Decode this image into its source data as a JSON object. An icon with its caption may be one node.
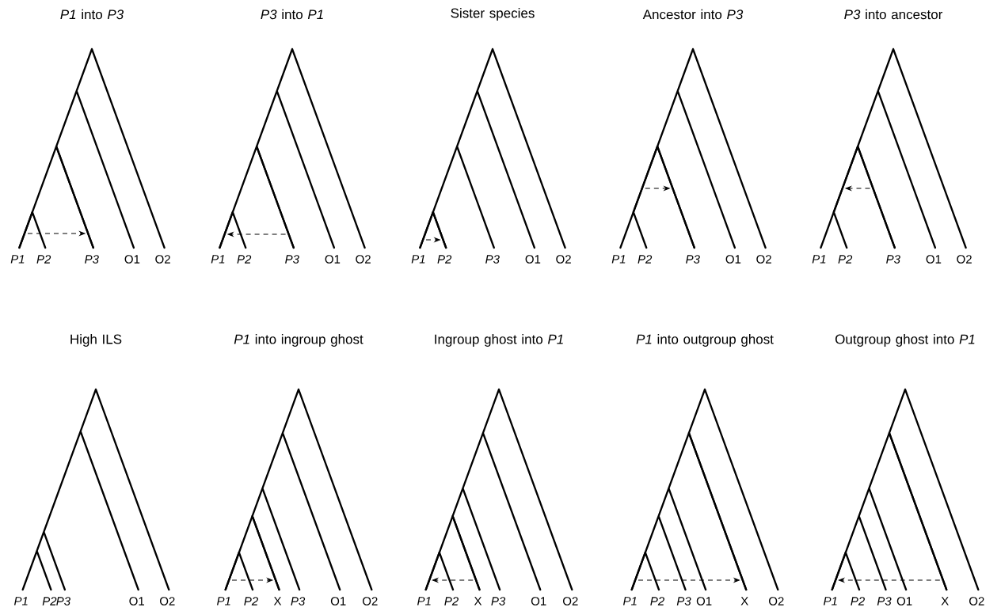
{
  "diagram": {
    "nodes": [
      {
        "text": [
          "*P1*"
        ]
      },
      {
        "text": [
          "*P2*"
        ]
      },
      {
        "text": [
          "*P3*"
        ]
      },
      {
        "text": [
          "O1"
        ]
      },
      {
        "text": [
          "O2"
        ]
      },
      {
        "text": [
          "*P1*"
        ]
      },
      {
        "text": [
          "*P2*"
        ]
      },
      {
        "text": [
          "*P3*"
        ]
      },
      {
        "text": [
          "O1"
        ]
      },
      {
        "text": [
          "O2"
        ]
      },
      {
        "text": [
          "*P1*"
        ]
      },
      {
        "text": [
          "*P2*"
        ]
      },
      {
        "text": [
          "*P3*"
        ]
      },
      {
        "text": [
          "O1"
        ]
      },
      {
        "text": [
          "O2"
        ]
      },
      {
        "text": [
          "*P1*"
        ]
      },
      {
        "text": [
          "*P2*"
        ]
      },
      {
        "text": [
          "*P3*"
        ]
      },
      {
        "text": [
          "O1"
        ]
      },
      {
        "text": [
          "O2"
        ]
      },
      {
        "text": [
          "*P1*"
        ]
      },
      {
        "text": [
          "*P2*"
        ]
      },
      {
        "text": [
          "*P3*"
        ]
      },
      {
        "text": [
          "O1"
        ]
      },
      {
        "text": [
          "O2"
        ]
      },
      {
        "text": [
          "*P1*"
        ]
      },
      {
        "text": [
          "*P2*"
        ]
      },
      {
        "text": [
          "*P3*"
        ]
      },
      {
        "text": [
          "O1"
        ]
      },
      {
        "text": [
          "O2"
        ]
      },
      {
        "text": [
          "*P1*"
        ]
      },
      {
        "text": [
          "*P2*"
        ]
      },
      {
        "text": [
          "X"
        ]
      },
      {
        "text": [
          "*P3*"
        ]
      },
      {
        "text": [
          "O1"
        ]
      },
      {
        "text": [
          "O2"
        ]
      },
      {
        "text": [
          "*P1*"
        ]
      },
      {
        "text": [
          "*P2*"
        ]
      },
      {
        "text": [
          "X"
        ]
      },
      {
        "text": [
          "*P3*"
        ]
      },
      {
        "text": [
          "O1"
        ]
      },
      {
        "text": [
          "O2"
        ]
      },
      {
        "text": [
          "*P1*"
        ]
      },
      {
        "text": [
          "*P2*"
        ]
      },
      {
        "text": [
          "*P3*"
        ]
      },
      {
        "text": [
          "O1"
        ]
      },
      {
        "text": [
          "X"
        ]
      },
      {
        "text": [
          "O2"
        ]
      },
      {
        "text": [
          "*P1*"
        ]
      },
      {
        "text": [
          "*P2*"
        ]
      },
      {
        "text": [
          "*P3*"
        ]
      },
      {
        "text": [
          "O1"
        ]
      },
      {
        "text": [
          "X"
        ]
      },
      {
        "text": [
          "O2"
        ]
      },
      {
        "text": [],
        "shape": "line"
      },
      {
        "text": [],
        "shape": "line"
      },
      {
        "text": [],
        "shape": "line"
      },
      {
        "text": [],
        "shape": "line"
      },
      {
        "text": [],
        "shape": "line"
      },
      {
        "text": [],
        "shape": "line"
      },
      {
        "text": [],
        "shape": "line"
      },
      {
        "text": [],
        "shape": "line"
      },
      {
        "text": [],
        "shape": "line"
      },
      {
        "text": [],
        "shape": "line"
      },
      {
        "text": [],
        "shape": "line"
      },
      {
        "text": [],
        "shape": "line"
      },
      {
        "text": [],
        "shape": "line"
      },
      {
        "text": [],
        "shape": "line"
      },
      {
        "text": [],
        "shape": "line"
      },
      {
        "text": [],
        "shape": "line"
      },
      {
        "text": [],
        "shape": "line"
      },
      {
        "text": [],
        "shape": "line"
      }
    ],
    "edges": [
      {
        "from": 54,
        "to": 55,
        "arrow": "to",
        "style": "dashed"
      },
      {
        "from": 57,
        "to": 56,
        "arrow": "to",
        "style": "dashed"
      },
      {
        "from": 58,
        "to": 59,
        "arrow": "to",
        "style": "dashed"
      },
      {
        "from": 60,
        "to": 61,
        "arrow": "to",
        "style": "dashed"
      },
      {
        "from": 63,
        "to": 62,
        "arrow": "to",
        "style": "dashed"
      },
      {
        "from": 64,
        "to": 65,
        "arrow": "to",
        "style": "dashed"
      },
      {
        "from": 67,
        "to": 66,
        "arrow": "to",
        "style": "dashed"
      },
      {
        "from": 68,
        "to": 69,
        "arrow": "to",
        "style": "dashed"
      },
      {
        "from": 71,
        "to": 70,
        "arrow": "to",
        "style": "dashed"
      }
    ],
    "labels": [
      "*P1* into *P3*",
      "*P3* into *P1*",
      "Sister species",
      "Ancestor into *P3*",
      "*P3* into ancestor",
      "High ILS",
      "*P1* into ingroup ghost",
      "Ingroup ghost into *P1*",
      "*P1* into outgroup ghost",
      "Outgroup ghost into *P1*"
    ]
  }
}
